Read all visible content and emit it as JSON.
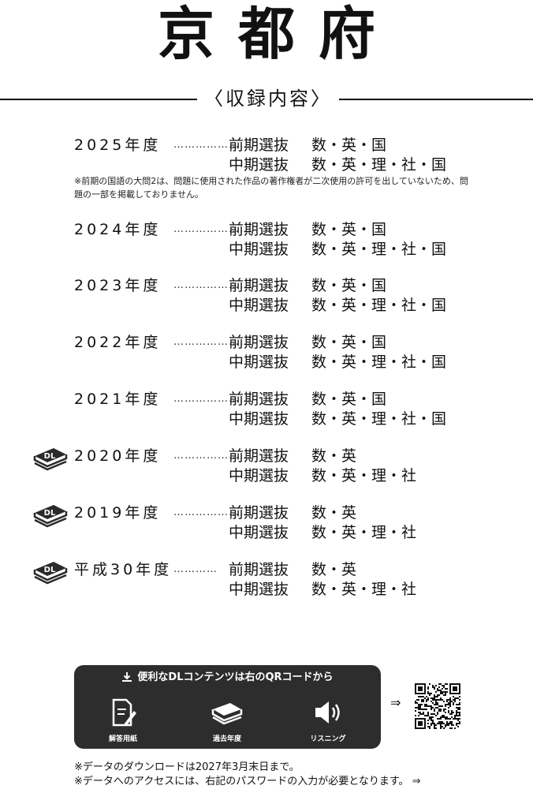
{
  "title": "京都府",
  "section_label": "〈収録内容〉",
  "entries": [
    {
      "year": "2025年度",
      "dots": "…………………",
      "dl": false,
      "rows": [
        {
          "exam": "前期選抜",
          "subjects": "数・英・国"
        },
        {
          "exam": "中期選抜",
          "subjects": "数・英・理・社・国"
        }
      ]
    },
    {
      "year": "2024年度",
      "dots": "…………………",
      "dl": false,
      "rows": [
        {
          "exam": "前期選抜",
          "subjects": "数・英・国"
        },
        {
          "exam": "中期選抜",
          "subjects": "数・英・理・社・国"
        }
      ]
    },
    {
      "year": "2023年度",
      "dots": "…………………",
      "dl": false,
      "rows": [
        {
          "exam": "前期選抜",
          "subjects": "数・英・国"
        },
        {
          "exam": "中期選抜",
          "subjects": "数・英・理・社・国"
        }
      ]
    },
    {
      "year": "2022年度",
      "dots": "…………………",
      "dl": false,
      "rows": [
        {
          "exam": "前期選抜",
          "subjects": "数・英・国"
        },
        {
          "exam": "中期選抜",
          "subjects": "数・英・理・社・国"
        }
      ]
    },
    {
      "year": "2021年度",
      "dots": "…………………",
      "dl": false,
      "rows": [
        {
          "exam": "前期選抜",
          "subjects": "数・英・国"
        },
        {
          "exam": "中期選抜",
          "subjects": "数・英・理・社・国"
        }
      ]
    },
    {
      "year": "2020年度",
      "dots": "…………………",
      "dl": true,
      "rows": [
        {
          "exam": "前期選抜",
          "subjects": "数・英"
        },
        {
          "exam": "中期選抜",
          "subjects": "数・英・理・社"
        }
      ]
    },
    {
      "year": "2019年度",
      "dots": "…………………",
      "dl": true,
      "rows": [
        {
          "exam": "前期選抜",
          "subjects": "数・英"
        },
        {
          "exam": "中期選抜",
          "subjects": "数・英・理・社"
        }
      ]
    },
    {
      "year": "平成30年度",
      "dots": "…………",
      "dl": true,
      "rows": [
        {
          "exam": "前期選抜",
          "subjects": "数・英"
        },
        {
          "exam": "中期選抜",
          "subjects": "数・英・理・社"
        }
      ]
    }
  ],
  "note_2025": "※前期の国語の大問2は、問題に使用された作品の著作権者が二次使用の許可を出していないため、問題の一部を掲載しておりません。",
  "dl_badge": "DL",
  "dl_panel": {
    "heading": "便利なDLコンテンツは右のQRコードから",
    "items": [
      {
        "label": "解答用紙",
        "icon": "answer-sheet-icon"
      },
      {
        "label": "過去年度",
        "icon": "past-years-books-icon"
      },
      {
        "label": "リスニング",
        "icon": "listening-speaker-icon"
      }
    ],
    "arrow": "⇒"
  },
  "footnotes": [
    "※データのダウンロードは2027年3月末日まで。",
    "※データへのアクセスには、右記のパスワードの入力が必要となります。 ⇒"
  ],
  "colors": {
    "text": "#111111",
    "panel": "#2d2d2d",
    "background": "#ffffff"
  }
}
